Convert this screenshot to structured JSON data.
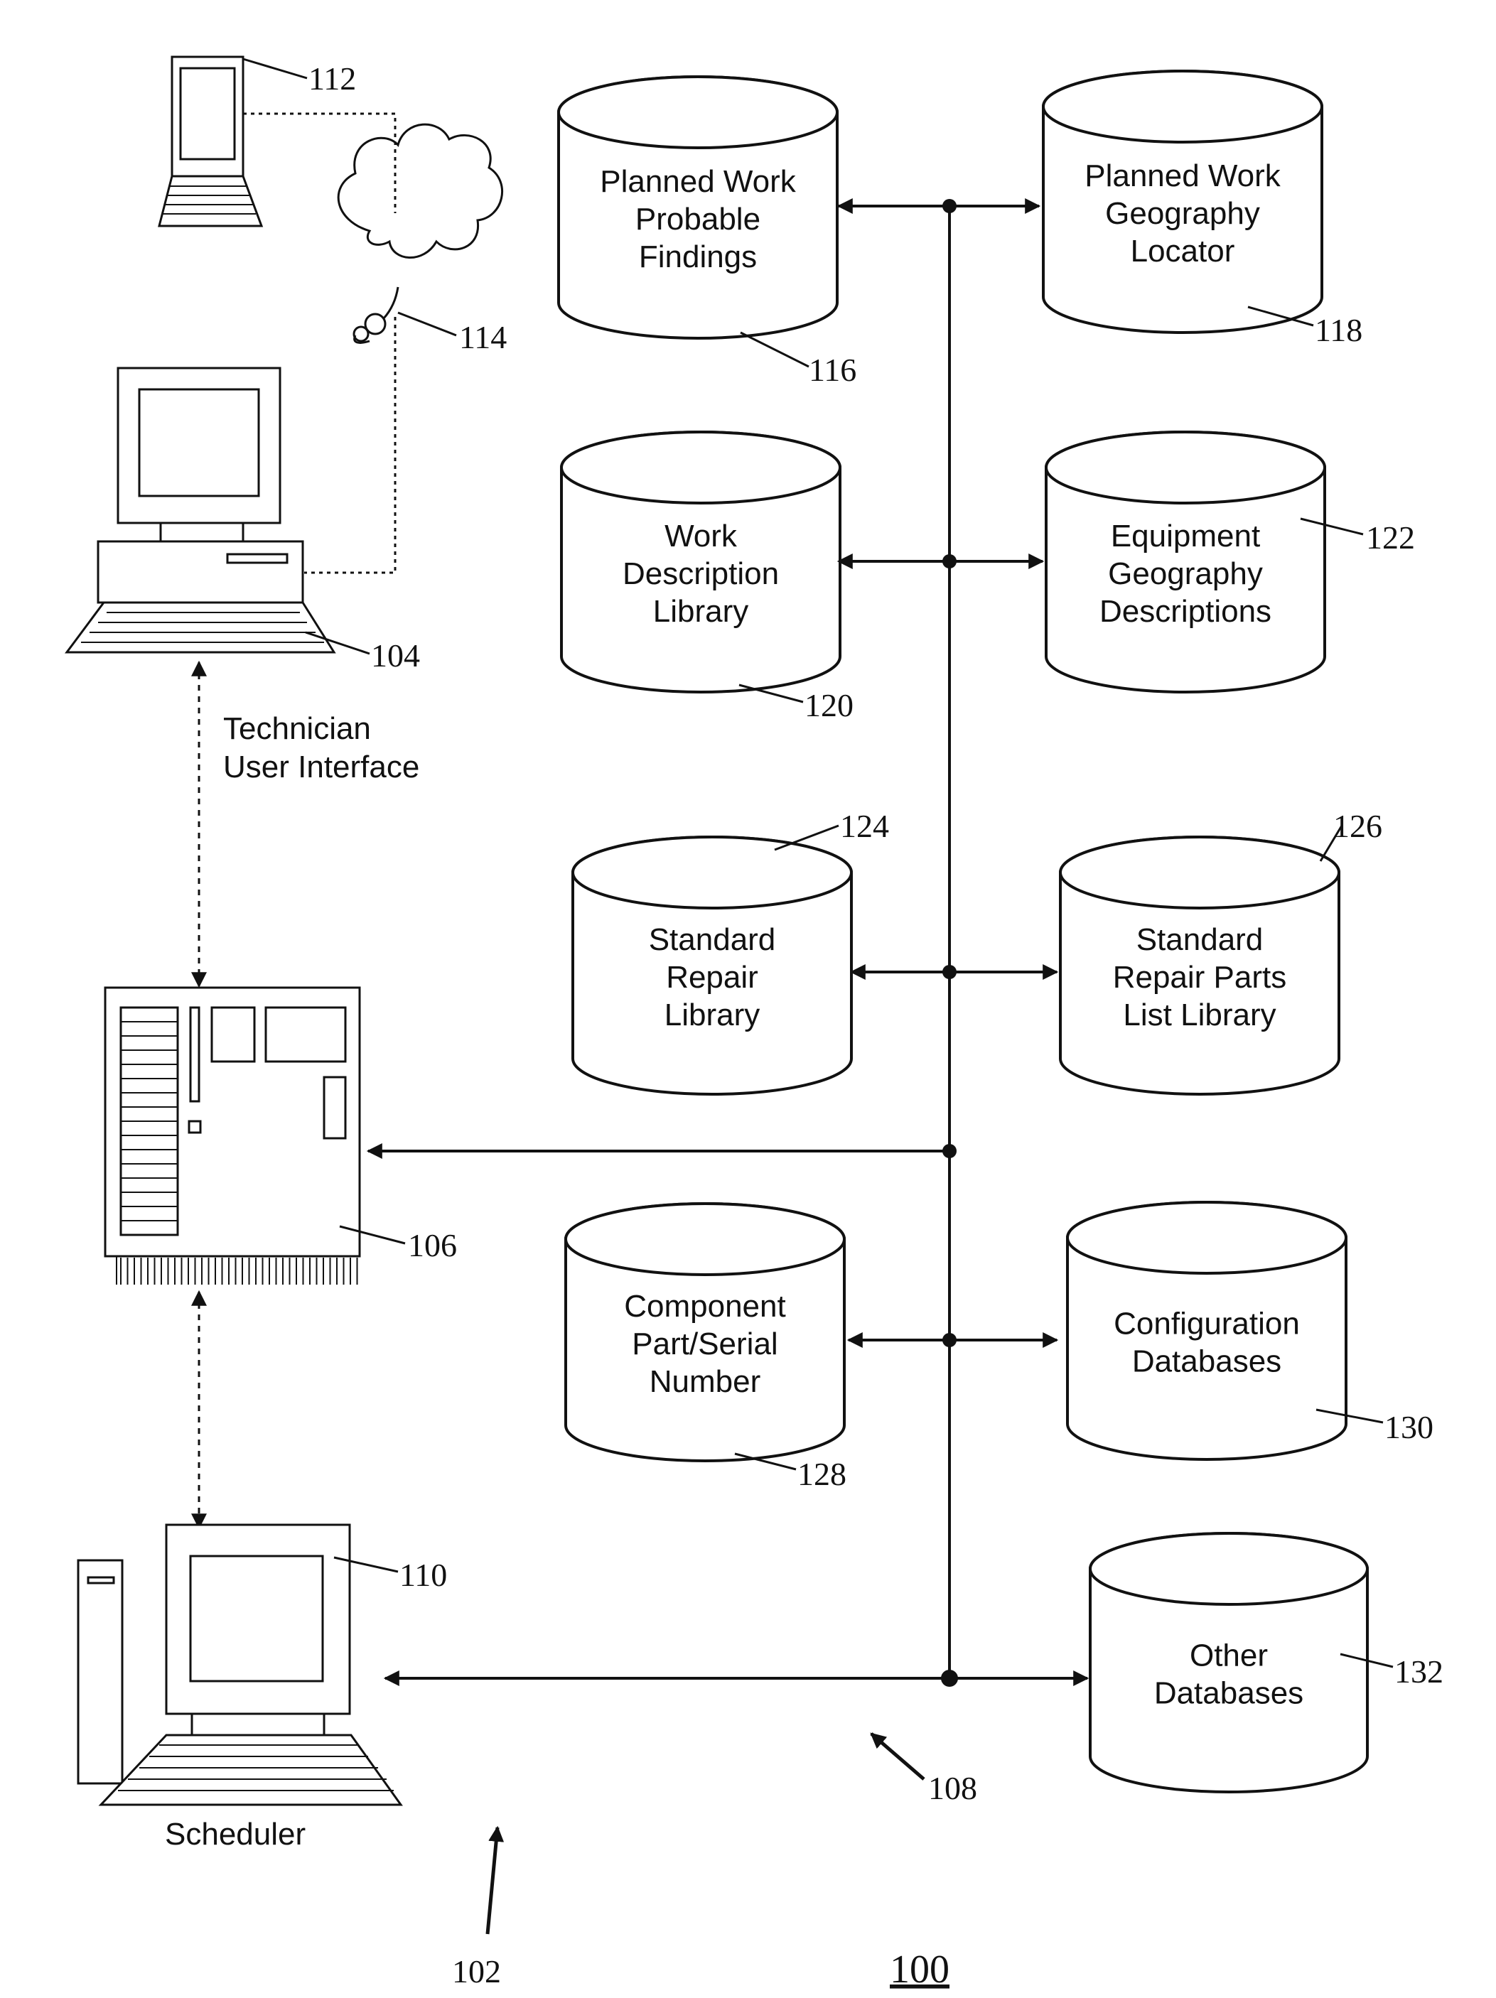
{
  "figure": {
    "number": "100",
    "system_ref": "102",
    "network_ref": "108"
  },
  "devices": {
    "laptop": {
      "ref": "112"
    },
    "cloud": {
      "ref": "114"
    },
    "technician_pc": {
      "ref": "104",
      "caption": [
        "Technician",
        "User Interface"
      ]
    },
    "server": {
      "ref": "106"
    },
    "scheduler_pc": {
      "ref": "110",
      "caption": "Scheduler"
    }
  },
  "databases": [
    {
      "id": "db-116",
      "ref": "116",
      "lines": [
        "Planned Work",
        "Probable",
        "Findings"
      ]
    },
    {
      "id": "db-118",
      "ref": "118",
      "lines": [
        "Planned Work",
        "Geography",
        "Locator"
      ]
    },
    {
      "id": "db-120",
      "ref": "120",
      "lines": [
        "Work",
        "Description",
        "Library"
      ]
    },
    {
      "id": "db-122",
      "ref": "122",
      "lines": [
        "Equipment",
        "Geography",
        "Descriptions"
      ]
    },
    {
      "id": "db-124",
      "ref": "124",
      "lines": [
        "Standard",
        "Repair",
        "Library"
      ]
    },
    {
      "id": "db-126",
      "ref": "126",
      "lines": [
        "Standard",
        "Repair Parts",
        "List Library"
      ]
    },
    {
      "id": "db-128",
      "ref": "128",
      "lines": [
        "Component",
        "Part/Serial",
        "Number"
      ]
    },
    {
      "id": "db-130",
      "ref": "130",
      "lines": [
        "Configuration",
        "Databases"
      ]
    },
    {
      "id": "db-132",
      "ref": "132",
      "lines": [
        "Other",
        "Databases"
      ]
    }
  ]
}
